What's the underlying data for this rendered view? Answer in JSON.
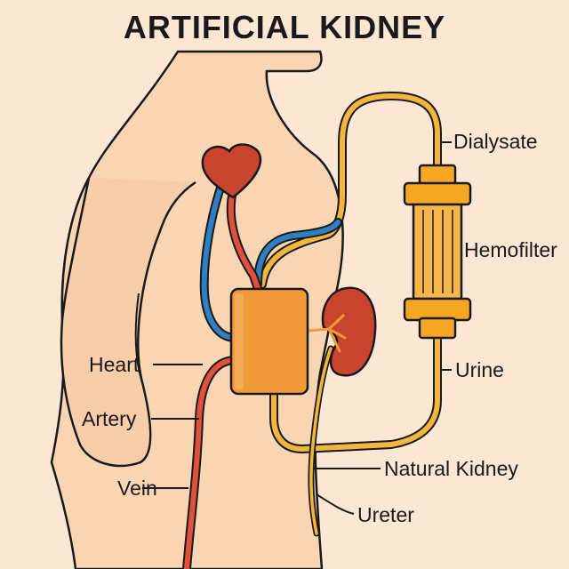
{
  "title": "ARTIFICIAL KIDNEY",
  "labels": {
    "dialysate": "Dialysate",
    "hemofilter": "Hemofilter",
    "urine": "Urine",
    "heart": "Heart",
    "artery": "Artery",
    "vein": "Vein",
    "natural_kidney": "Natural Kidney",
    "ureter": "Ureter"
  },
  "colors": {
    "background": "#fbe7d3",
    "body": "#f9d5b3",
    "outline": "#1a1a1a",
    "vein_blue": "#2f7fc1",
    "artery_red": "#e0503b",
    "heart": "#c9442f",
    "kidney": "#c9442f",
    "device": "#f29a38",
    "tubing": "#f2b63c",
    "hemofilter": "#f5a623"
  }
}
